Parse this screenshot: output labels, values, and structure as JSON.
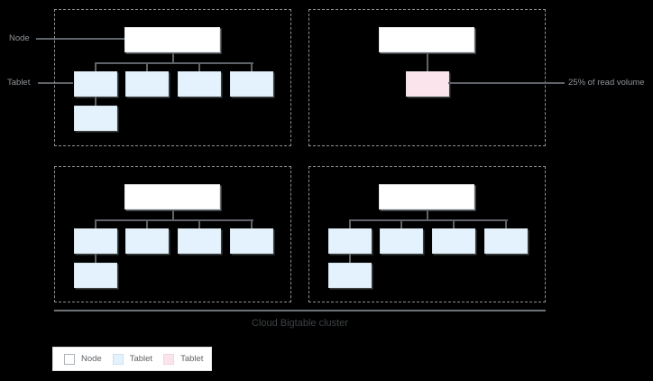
{
  "colors": {
    "background": "#000000",
    "node_fill": "#ffffff",
    "tablet_fill": "#e3f2fd",
    "hot_tablet_fill": "#fce4ec",
    "connector": "#5f6368",
    "cluster_line": "#6e7276",
    "dashed_border": "#8a9095",
    "callout_text": "#8f9499",
    "cluster_text": "#3c4043",
    "legend_text": "#5f6368"
  },
  "labels": {
    "node_callout": "Node",
    "tablet_callout": "Tablet",
    "hot_tablet_callout": "25% of read volume",
    "cluster_label": "Cloud Bigtable cluster"
  },
  "legend": {
    "items": [
      {
        "label": "Node",
        "swatch": "node",
        "color": "#ffffff"
      },
      {
        "label": "Tablet",
        "swatch": "tablet",
        "color": "#e3f2fd"
      },
      {
        "label": "Tablet",
        "swatch": "hot",
        "color": "#fce4ec"
      }
    ]
  },
  "quadrants": [
    {
      "position": "top-left",
      "layout": "tree",
      "node": true,
      "tablets": [
        "blue",
        "blue",
        "blue",
        "blue"
      ],
      "overflow_tablet": true
    },
    {
      "position": "top-right",
      "layout": "single",
      "node": true,
      "tablets": [
        "hot"
      ],
      "overflow_tablet": false
    },
    {
      "position": "bottom-left",
      "layout": "tree",
      "node": true,
      "tablets": [
        "blue",
        "blue",
        "blue",
        "blue"
      ],
      "overflow_tablet": true
    },
    {
      "position": "bottom-right",
      "layout": "tree",
      "node": true,
      "tablets": [
        "blue",
        "blue",
        "blue",
        "blue"
      ],
      "overflow_tablet": true
    }
  ]
}
